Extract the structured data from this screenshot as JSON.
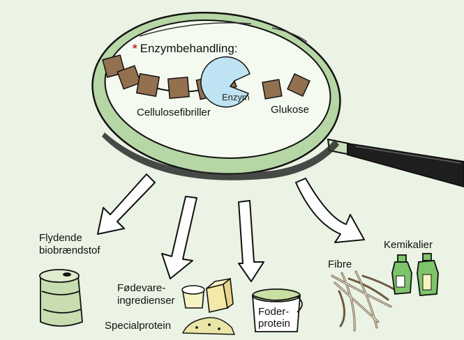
{
  "colors": {
    "background": "#ebf3e4",
    "lens": "#f5faf0",
    "rim": "#b6d6a6",
    "glucose": "#93714f",
    "enzyme": "#bfe3f2",
    "bottle": "#7ec46a",
    "barrel": "#c8ddb0",
    "asterisk": "#d0202a"
  },
  "magnifier": {
    "heading_marker": "*",
    "heading": "Enzymbehandling:",
    "label_cellulose": "Cellulosefibriller",
    "label_enzyme": "Enzym",
    "label_glucose": "Glukose"
  },
  "products": {
    "biofuel": [
      "Flydende",
      "biobrændstof"
    ],
    "food_ingredients": [
      "Fødevare-",
      "ingredienser"
    ],
    "specialprotein": "Specialprotein",
    "feed_protein": [
      "Foder-",
      "protein"
    ],
    "fibres": "Fibre",
    "chemicals": "Kemikalier"
  }
}
